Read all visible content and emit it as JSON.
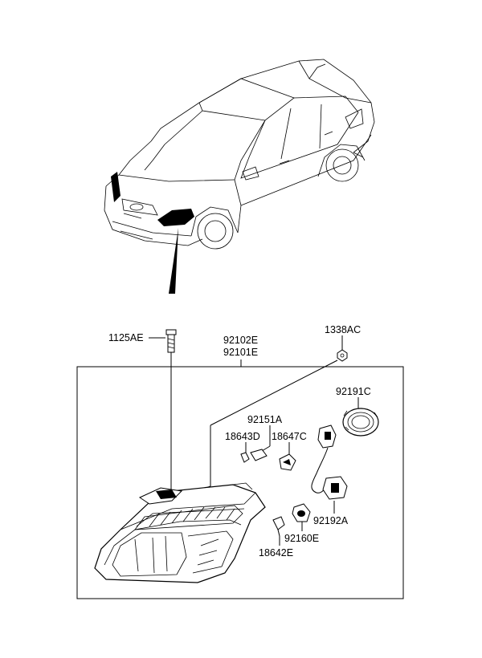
{
  "labels": {
    "bolt": "1125AE",
    "assembly_rh": "92102E",
    "assembly_lh": "92101E",
    "nut": "1338AC",
    "cover": "92191C",
    "bulb_holder": "92151A",
    "bulb_small": "18643D",
    "bulb_main": "18647C",
    "wiring": "92192A",
    "socket": "92160E",
    "bulb_side": "18642E"
  }
}
